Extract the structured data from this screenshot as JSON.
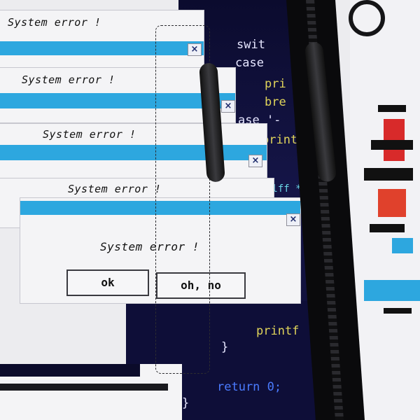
{
  "windows": [
    {
      "message": "System error !"
    },
    {
      "message": "System error !"
    },
    {
      "message": "System error !"
    },
    {
      "message": "System error !"
    },
    {
      "message": "System error !"
    }
  ],
  "dialog": {
    "close_glyph": "×",
    "ok_label": "ok",
    "no_label": "oh, no"
  },
  "code": {
    "line1": "swit",
    "line2": "case",
    "line3": "pri",
    "line4": "bre",
    "line5": "ase '-",
    "line6": "print",
    "line7": "1lff *",
    "line8": "printf",
    "line9": "}",
    "line10": "return 0;",
    "line11": "}"
  },
  "colors": {
    "title_bar": "#2da7df",
    "window_bg": "#f4f4f6",
    "code_bg": "#0b0b2e",
    "code_yellow": "#e0d45a",
    "code_blue": "#4a7bff"
  }
}
